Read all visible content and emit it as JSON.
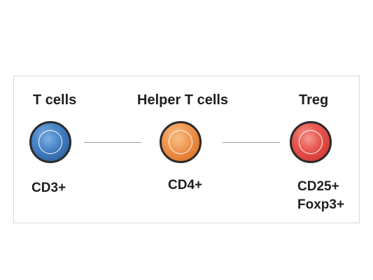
{
  "cells": [
    {
      "id": "t-cell",
      "label": "T cells",
      "markers": [
        "CD3+"
      ],
      "outer_color": "#2e64a6",
      "inner_color": "#4a86c8",
      "highlight": "#7fb0e0"
    },
    {
      "id": "helper-t-cell",
      "label": "Helper T cells",
      "markers": [
        "CD4+"
      ],
      "outer_color": "#e0782a",
      "inner_color": "#f09a55",
      "highlight": "#f7c08a"
    },
    {
      "id": "treg-cell",
      "label": "Treg",
      "markers": [
        "CD25+",
        "Foxp3+"
      ],
      "outer_color": "#d63a36",
      "inner_color": "#e85a52",
      "highlight": "#f59a92"
    }
  ]
}
